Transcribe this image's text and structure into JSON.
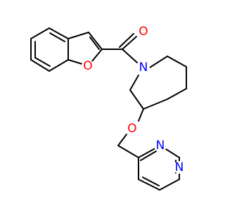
{
  "atoms": {
    "carbonyl_oxygen": "O",
    "piperidine_nitrogen": "N",
    "furan_oxygen": "O",
    "ether_oxygen": "O",
    "pyridazine_nitrogen_1": "N",
    "pyridazine_nitrogen_2": "N"
  },
  "colors": {
    "bond": "#000000",
    "oxygen": "#ff0000",
    "nitrogen": "#0000ff",
    "background": "#ffffff"
  }
}
